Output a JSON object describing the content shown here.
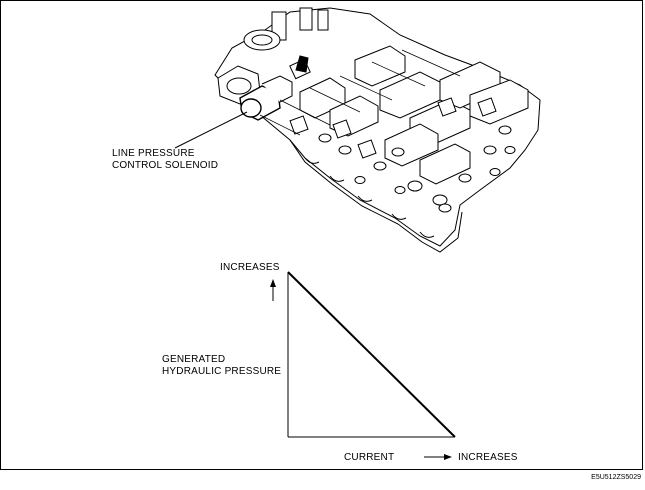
{
  "illustration": {
    "callout_line1": "LINE PRESSURE",
    "callout_line2": "CONTROL SOLENOID"
  },
  "graph": {
    "y_label_top": "INCREASES",
    "y_label_line1": "GENERATED",
    "y_label_line2": "HYDRAULIC PRESSURE",
    "x_label": "CURRENT",
    "x_label_right": "INCREASES"
  },
  "figure_code": "E5U512ZS5029"
}
